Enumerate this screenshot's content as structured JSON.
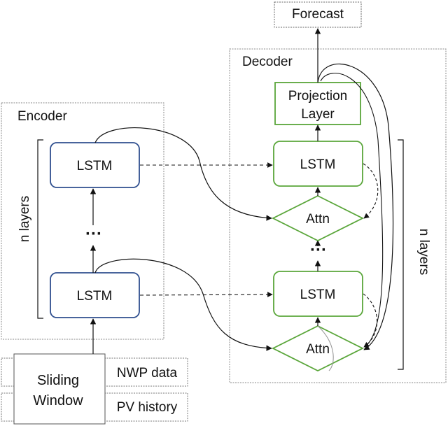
{
  "labels": {
    "forecast": "Forecast",
    "decoder": "Decoder",
    "encoder": "Encoder",
    "projection_line1": "Projection",
    "projection_line2": "Layer",
    "enc_lstm_top": "LSTM",
    "enc_lstm_bottom": "LSTM",
    "dec_lstm_top": "LSTM",
    "dec_lstm_bottom": "LSTM",
    "attn_top": "Attn",
    "attn_bottom": "Attn",
    "enc_ellipsis": "···",
    "dec_ellipsis": "···",
    "enc_n_layers": "n layers",
    "dec_n_layers": "n layers",
    "sliding_line1": "Sliding",
    "sliding_line2": "Window",
    "nwp_data": "NWP data",
    "pv_history": "PV history"
  },
  "colors": {
    "encoder_lstm_border": "#2f4f8f",
    "decoder_border": "#5aa63a",
    "line": "#111111",
    "dashed_frame": "#888888"
  }
}
